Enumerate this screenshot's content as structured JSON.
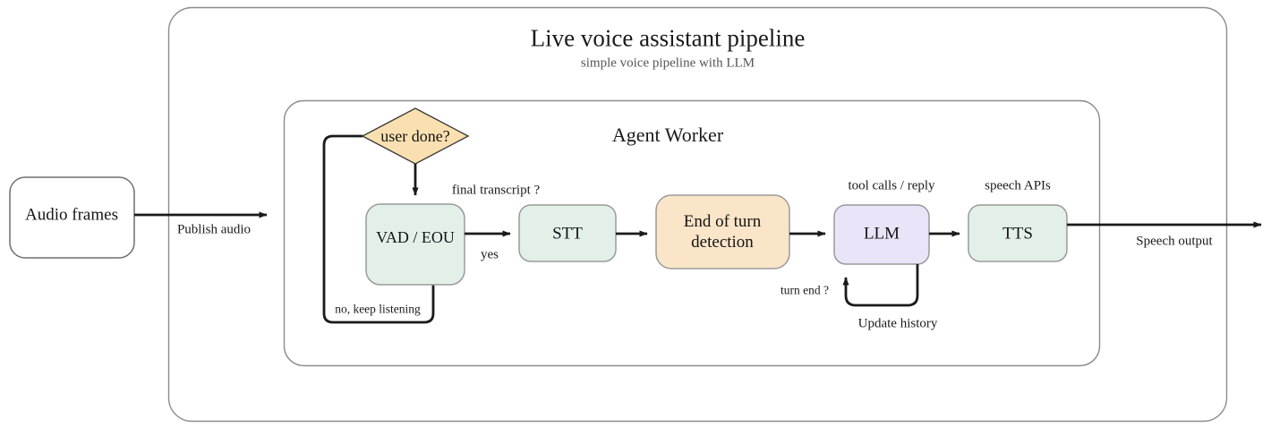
{
  "diagram": {
    "title": "Live voice assistant pipeline",
    "subtitle": "simple voice pipeline with LLM",
    "group_label": "Agent Worker",
    "colors": {
      "mint": "#e3f0e8",
      "peach": "#fae5c8",
      "diamond": "#fae0b0",
      "lavender": "#eae4f8",
      "white": "#ffffff",
      "node_border": "#9a9a9a",
      "container_border": "#8c8c8c",
      "edge": "#1a1a1a",
      "text": "#1a1a1a",
      "subtitle_text": "#555555"
    }
  },
  "nodes": [
    {
      "id": "audio-frames",
      "label": "Audio frames",
      "shape": "rounded-rect",
      "fill": "#ffffff"
    },
    {
      "id": "user-done",
      "label": "user done?",
      "shape": "diamond",
      "fill": "#fae0b0"
    },
    {
      "id": "vad-eou",
      "label": "VAD / EOU",
      "shape": "rounded-rect",
      "fill": "#e3f0e8"
    },
    {
      "id": "stt",
      "label": "STT",
      "shape": "rounded-rect",
      "fill": "#e3f0e8"
    },
    {
      "id": "end-of-turn-detection",
      "label": "End of turn detection",
      "line1": "End of turn",
      "line2": "detection",
      "shape": "rounded-rect",
      "fill": "#fae5c8"
    },
    {
      "id": "llm",
      "label": "LLM",
      "shape": "rounded-rect",
      "fill": "#eae4f8"
    },
    {
      "id": "tts",
      "label": "TTS",
      "shape": "rounded-rect",
      "fill": "#e3f0e8"
    }
  ],
  "edge_labels": {
    "publish_audio": "Publish audio",
    "no_keep_listening": "no, keep listening",
    "final_transcript": "final transcript ?",
    "yes": "yes",
    "tool_calls_reply": "tool calls / reply",
    "turn_end": "turn end ?",
    "update_history": "Update history",
    "speech_apis": "speech APIs",
    "speech_output": "Speech output"
  }
}
